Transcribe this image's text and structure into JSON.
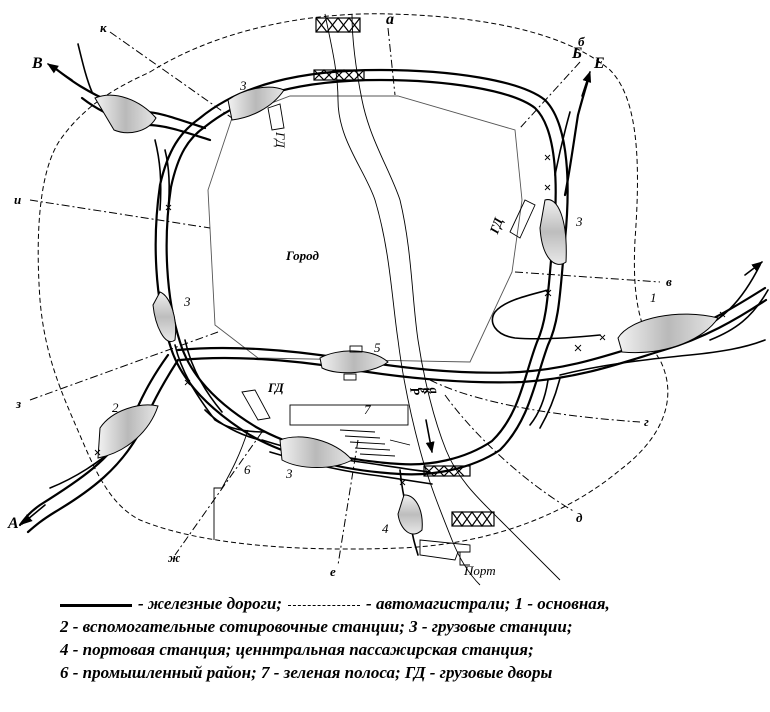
{
  "labels": {
    "city": "Город",
    "river": "Река",
    "port": "Порт",
    "gd": "ГД",
    "dir_a": "А",
    "dir_b": "Б",
    "dir_v": "В",
    "dir_e": "Е",
    "road_a": "а",
    "road_b": "б",
    "road_v": "в",
    "road_g": "г",
    "road_d": "д",
    "road_e": "е",
    "road_zh": "ж",
    "road_z": "з",
    "road_i": "и",
    "road_k": "к",
    "st1": "1",
    "st2": "2",
    "st3": "3",
    "st4": "4",
    "st5": "5",
    "st6": "6",
    "st7": "7"
  },
  "legend": {
    "rail_text": "- железные дороги;",
    "road_text": "- автомагистрали; 1 - основная,",
    "line2": "2 - вспомогательные сотировочные станции; 3 - грузовые станции;",
    "line3": "4 - портовая станция; ценнтральная пассажирская станция;",
    "line4": "6 - промышленный район; 7 - зеленая полоса; ГД - грузовые дворы"
  }
}
